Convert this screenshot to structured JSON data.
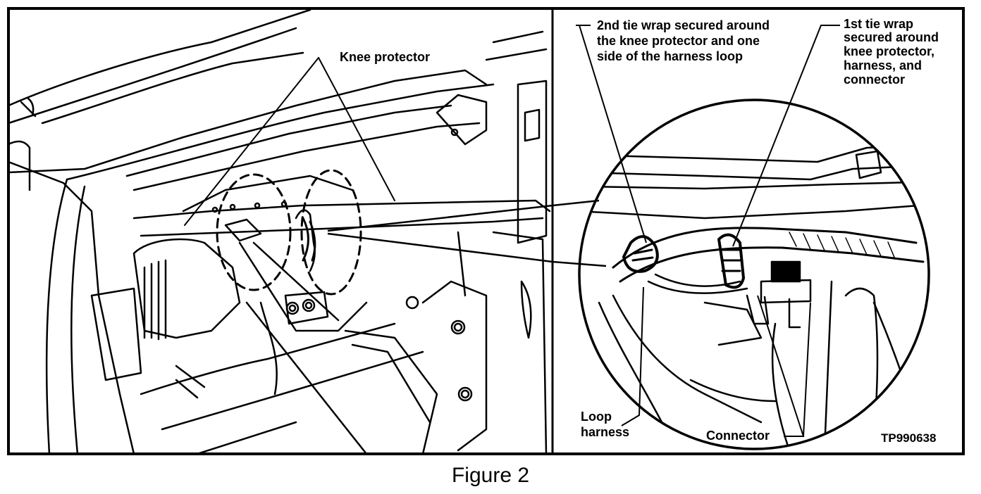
{
  "labels": {
    "knee_protector": "Knee protector",
    "second_tie_wrap": [
      "2nd tie wrap secured around",
      "the knee protector and one",
      "side of the harness loop"
    ],
    "first_tie_wrap": [
      "1st tie wrap",
      "secured around",
      "knee protector,",
      "harness, and",
      "connector"
    ],
    "loop_harness": [
      "Loop",
      "harness"
    ],
    "connector": "Connector",
    "figure_code": "TP990638"
  },
  "caption": "Figure 2"
}
